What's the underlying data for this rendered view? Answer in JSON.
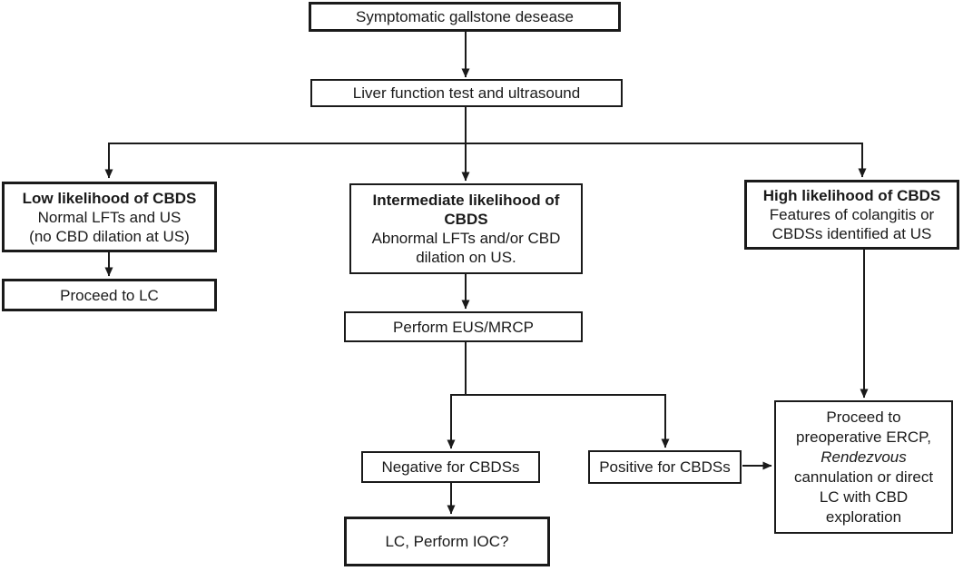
{
  "colors": {
    "line": "#1a1a1a",
    "border": "#1a1a1a",
    "text": "#1a1a1a",
    "background": "#ffffff"
  },
  "nodes": {
    "symptomatic": {
      "label": "Symptomatic gallstone desease"
    },
    "lft_us": {
      "label": "Liver function test and ultrasound"
    },
    "low": {
      "title": "Low  likelihood of CBDS",
      "line1": "Normal LFTs and US",
      "line2": "(no CBD dilation at US)"
    },
    "proceed_lc": {
      "label": "Proceed to LC"
    },
    "intermediate": {
      "title": "Intermediate likelihood of CBDS",
      "line1": "Abnormal LFTs and/or CBD",
      "line2": "dilation on US."
    },
    "eus_mrcp": {
      "label": "Perform EUS/MRCP"
    },
    "negative": {
      "label": "Negative for CBDSs"
    },
    "lc_ioc": {
      "label": "LC, Perform IOC?"
    },
    "positive": {
      "label": "Positive for CBDSs"
    },
    "high": {
      "title": "High likelihood of CBDS",
      "line1": "Features of colangitis or",
      "line2": "CBDSs identified at US"
    },
    "ercp": {
      "part1": "Proceed to preoperative ERCP,",
      "italic_word": "Rendezvous",
      "part2": "cannulation or  direct LC with CBD exploration"
    }
  }
}
